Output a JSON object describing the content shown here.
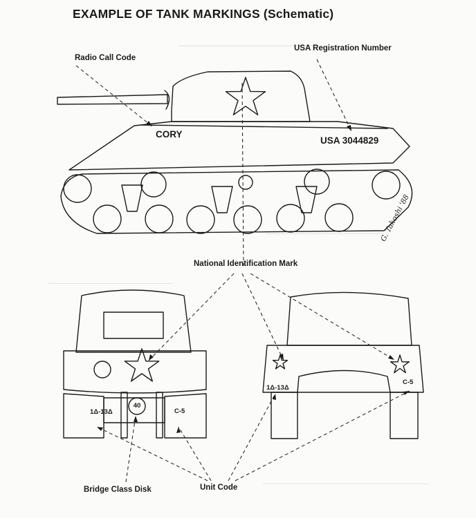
{
  "title": "EXAMPLE OF TANK MARKINGS (Schematic)",
  "labels": {
    "radio_call_code": "Radio Call Code",
    "usa_registration_number": "USA Registration Number",
    "national_identification_mark": "National Identification Mark",
    "bridge_class_disk": "Bridge Class Disk",
    "unit_code": "Unit Code"
  },
  "markings": {
    "call_sign": "CORY",
    "registration": "USA 3044829",
    "bridge_class": "40",
    "unit_code_front": "1Δ-13Δ",
    "unit_code_front_right": "C-5",
    "unit_code_rear_left": "1Δ-13Δ",
    "unit_code_rear_right": "C-5"
  },
  "signature": "G. Takoshi '88",
  "colors": {
    "ink": "#1a1a1a",
    "paper": "#fbfbf9"
  }
}
